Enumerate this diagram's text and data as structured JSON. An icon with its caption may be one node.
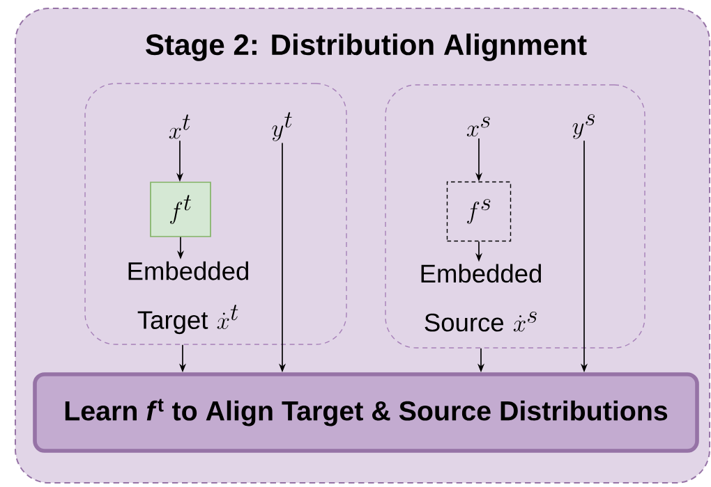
{
  "diagram": {
    "nodes": [
      {
        "text": [
          "Stage 2: Distribution Alignment"
        ]
      },
      {
        "text": [],
        "shape": "box",
        "in": 0
      },
      {
        "text": [
          "x^t"
        ],
        "in": 1
      },
      {
        "text": [
          "f^t"
        ],
        "in": 1
      },
      {
        "text": [
          "Embedded Target",
          "\\dot{x}^t"
        ],
        "in": 1
      },
      {
        "text": [
          "y^t"
        ],
        "in": 1
      },
      {
        "text": [],
        "shape": "box",
        "in": 0
      },
      {
        "text": [
          "x^s"
        ],
        "in": 6
      },
      {
        "text": [
          "f^s"
        ],
        "in": 6
      },
      {
        "text": [
          "Embedded Source",
          "\\dot{x}^s"
        ],
        "in": 6
      },
      {
        "text": [
          "y^s"
        ],
        "in": 6
      },
      {
        "text": [
          "Learn *f*$^{t}$ to Align Target & Source Distributions"
        ],
        "in": 0
      }
    ],
    "edges": [
      {
        "from": 2,
        "to": 3,
        "arrow": "to"
      },
      {
        "from": 3,
        "to": 4,
        "arrow": "to"
      },
      {
        "from": 1,
        "to": 11,
        "arrow": "to"
      },
      {
        "from": 5,
        "to": 11,
        "arrow": "to"
      },
      {
        "from": 7,
        "to": 8,
        "arrow": "to"
      },
      {
        "from": 8,
        "to": 9,
        "arrow": "to"
      },
      {
        "from": 6,
        "to": 11,
        "arrow": "to"
      },
      {
        "from": 10,
        "to": 11,
        "arrow": "to"
      }
    ]
  }
}
